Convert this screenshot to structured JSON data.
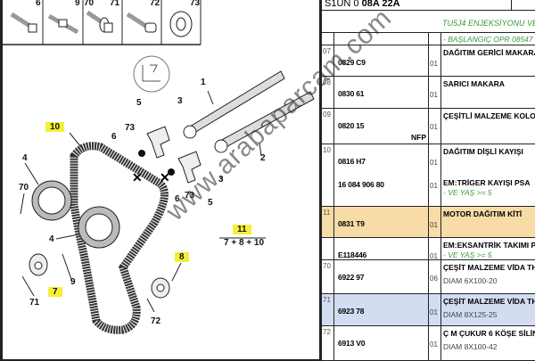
{
  "diagram": {
    "top_parts": [
      "6",
      "9",
      "70",
      "71",
      "72",
      "73"
    ],
    "callouts": [
      "1",
      "2",
      "3",
      "3",
      "4",
      "4",
      "5",
      "5",
      "6",
      "6",
      "70",
      "71",
      "72",
      "73",
      "73",
      "9"
    ],
    "highlighted": [
      "10",
      "7",
      "8",
      "11"
    ],
    "kit_formula": "7 + 8 + 10",
    "highlight_color": "#f5ef3a"
  },
  "table": {
    "header_prefix": "S1UN 0",
    "header_code": "08A 22A",
    "title": "TU5J4 ENJEKSİYONU VE",
    "start_note": "- BAŞLANGIÇ OPR 08547",
    "colors": {
      "highlight_orange": "#f7dca8",
      "highlight_blue": "#d3ddf2",
      "green_text": "#3a9a3a"
    },
    "rows": [
      {
        "ref": "07",
        "part": "0829 C9",
        "qty": "01",
        "desc": "DAĞITIM GERİCİ MAKARA"
      },
      {
        "ref": "08",
        "part": "0830 61",
        "qty": "01",
        "desc": "SARICI MAKARA"
      },
      {
        "ref": "09",
        "part": "0820 15",
        "qty": "01",
        "flag": "NFP",
        "desc": "ÇEŞİTLİ MALZEME KOLO"
      },
      {
        "ref": "10",
        "part": "0816 H7",
        "qty": "01",
        "desc": "DAĞITIM DİŞLİ KAYIŞI"
      },
      {
        "ref": "",
        "part": "16 084 906 80",
        "qty": "01",
        "desc": "EM:TRİGER KAYIŞI PSA",
        "cond": "- VE YAŞ >= 5"
      },
      {
        "ref": "11",
        "part": "0831 T9",
        "qty": "01",
        "desc": "MOTOR DAĞITIM KİTİ"
      },
      {
        "ref": "",
        "part": "E118446",
        "qty": "01",
        "desc": "EM:EKSANTRİK TAKIMI P",
        "cond": "- VE YAŞ >= 5"
      },
      {
        "ref": "70",
        "part": "6922 97",
        "qty": "06",
        "desc": "ÇEŞİT MALZEME VİDA TH",
        "note": "DIAM 6X100-20"
      },
      {
        "ref": "71",
        "part": "6923 78",
        "qty": "01",
        "desc": "ÇEŞİT MALZEME VİDA TH",
        "note": "DIAM 8X125-25"
      },
      {
        "ref": "72",
        "part": "6913 V0",
        "qty": "01",
        "desc": "Ç M ÇUKUR 6 KÖŞE SİLİN",
        "note": "DIAM 8X100-42"
      }
    ]
  },
  "watermark": "www.arabaparcam.com"
}
